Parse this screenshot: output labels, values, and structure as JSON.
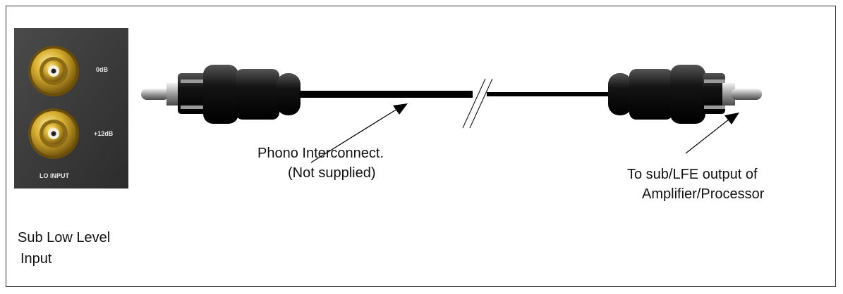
{
  "panel": {
    "jack_top_label": "0dB",
    "jack_bottom_label": "+12dB",
    "panel_caption": "LO INPUT"
  },
  "labels": {
    "sub_input_line1": "Sub Low Level",
    "sub_input_line2": "Input",
    "cable_line1": "Phono Interconnect.",
    "cable_line2": "(Not supplied)",
    "output_line1": "To sub/LFE output of",
    "output_line2": "Amplifier/Processor"
  },
  "colors": {
    "panel_bg": "#3f3f3f",
    "gold": "#c9a227",
    "plug_body": "#141414",
    "cable": "#000000",
    "chrome": "#b5b5b5"
  },
  "icons": [
    "rca-jack-icon",
    "rca-plug-icon",
    "cable-break-icon",
    "pointer-arrow-icon"
  ]
}
